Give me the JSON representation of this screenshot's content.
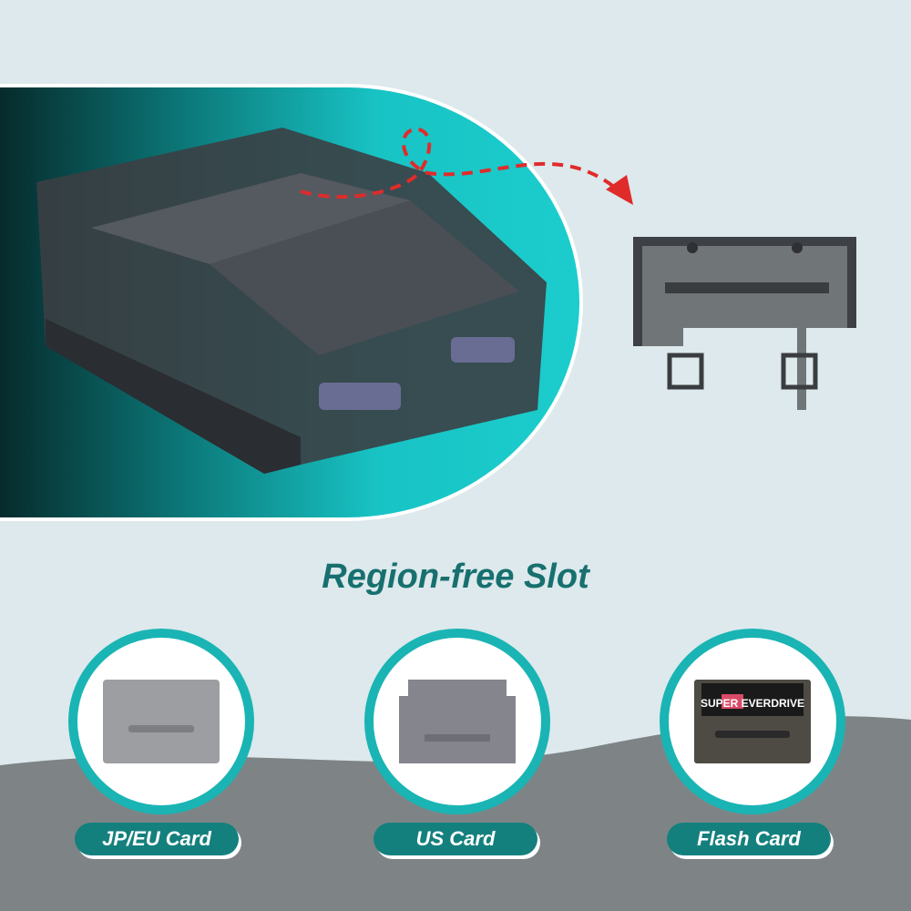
{
  "title": "Region-free Slot",
  "cards": [
    {
      "label": "JP/EU Card",
      "cartridge_text": ""
    },
    {
      "label": "US Card",
      "cartridge_text": ""
    },
    {
      "label": "Flash Card",
      "cartridge_text": "SUPER EVERDRIVE"
    }
  ],
  "colors": {
    "accent": "#1ab4b4",
    "pill": "#14807e",
    "title": "#17706f",
    "background": "#dde9ec",
    "wave": "#7e8486"
  }
}
